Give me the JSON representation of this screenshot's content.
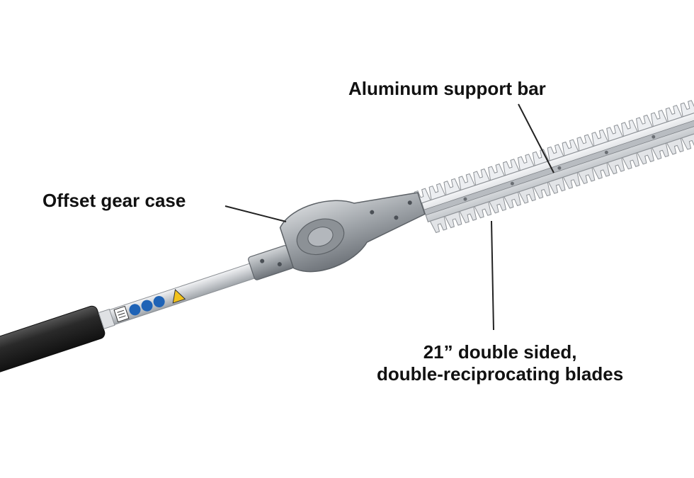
{
  "diagram": {
    "colors": {
      "background": "#ffffff",
      "label_text": "#111111",
      "leader_line": "#222222",
      "grip": "#2a2a2a",
      "shaft": "#c9ccd0",
      "gear_case": "#9ea3a8",
      "blade": "#e3e5e8",
      "support_bar": "#b8bcc1",
      "safety_icon_blue": "#1f63b6",
      "warning_icon_yellow": "#f2c21b"
    },
    "callouts": {
      "support_bar": "Aluminum support bar",
      "gear_case": "Offset gear case",
      "blades_line1": "21” double sided,",
      "blades_line2": "double-reciprocating blades"
    },
    "icons": [
      "manual-icon",
      "eye-protection-icon",
      "ear-protection-icon",
      "glove-icon",
      "warning-icon"
    ]
  }
}
